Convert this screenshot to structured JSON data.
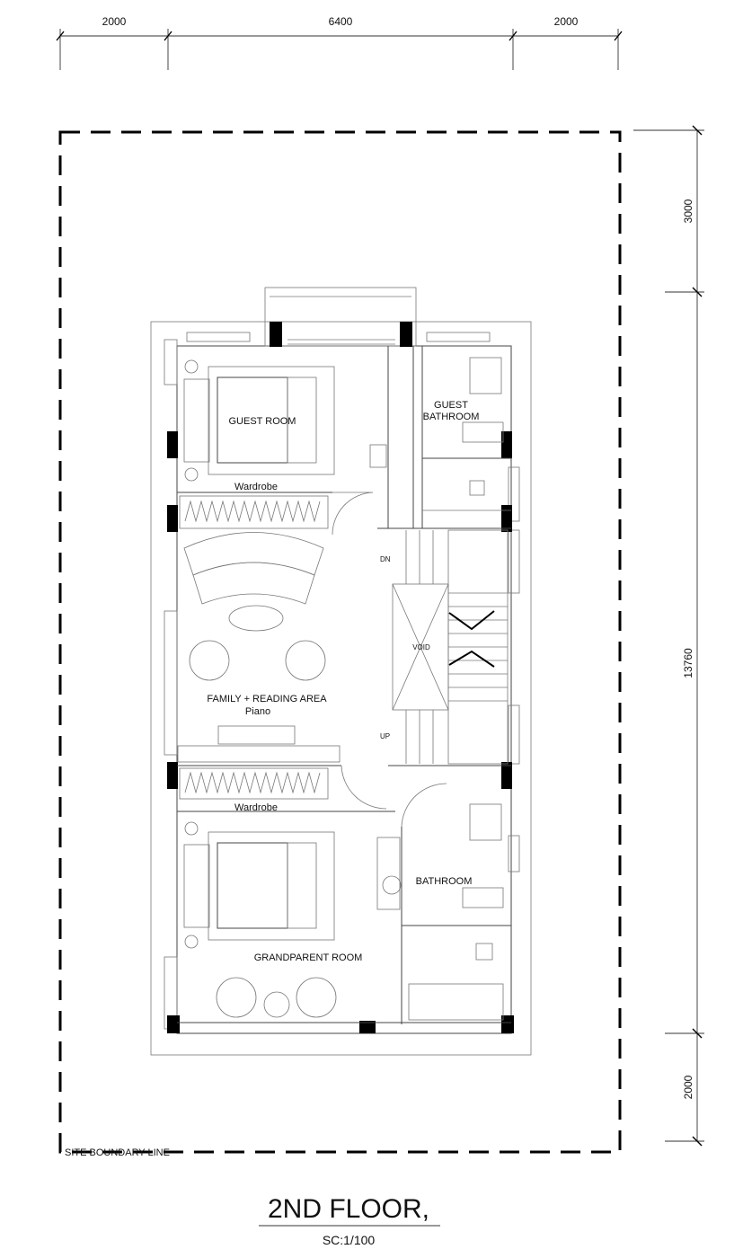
{
  "dimensions": {
    "top": [
      "2000",
      "6400",
      "2000"
    ],
    "right": [
      "3000",
      "13760",
      "2000"
    ]
  },
  "rooms": {
    "guest_room": "GUEST ROOM",
    "guest_bathroom_line1": "GUEST",
    "guest_bathroom_line2": "BATHROOM",
    "wardrobe_upper": "Wardrobe",
    "family_reading": "FAMILY + READING AREA",
    "piano": "Piano",
    "wardrobe_lower": "Wardrobe",
    "bathroom": "BATHROOM",
    "grandparent_room": "GRANDPARENT ROOM",
    "void": "VOID",
    "stair_down": "DN",
    "stair_up": "UP"
  },
  "site_boundary_label": "SITE BOUNDARY LINE",
  "title": "2ND FLOOR,",
  "scale": "SC:1/100"
}
